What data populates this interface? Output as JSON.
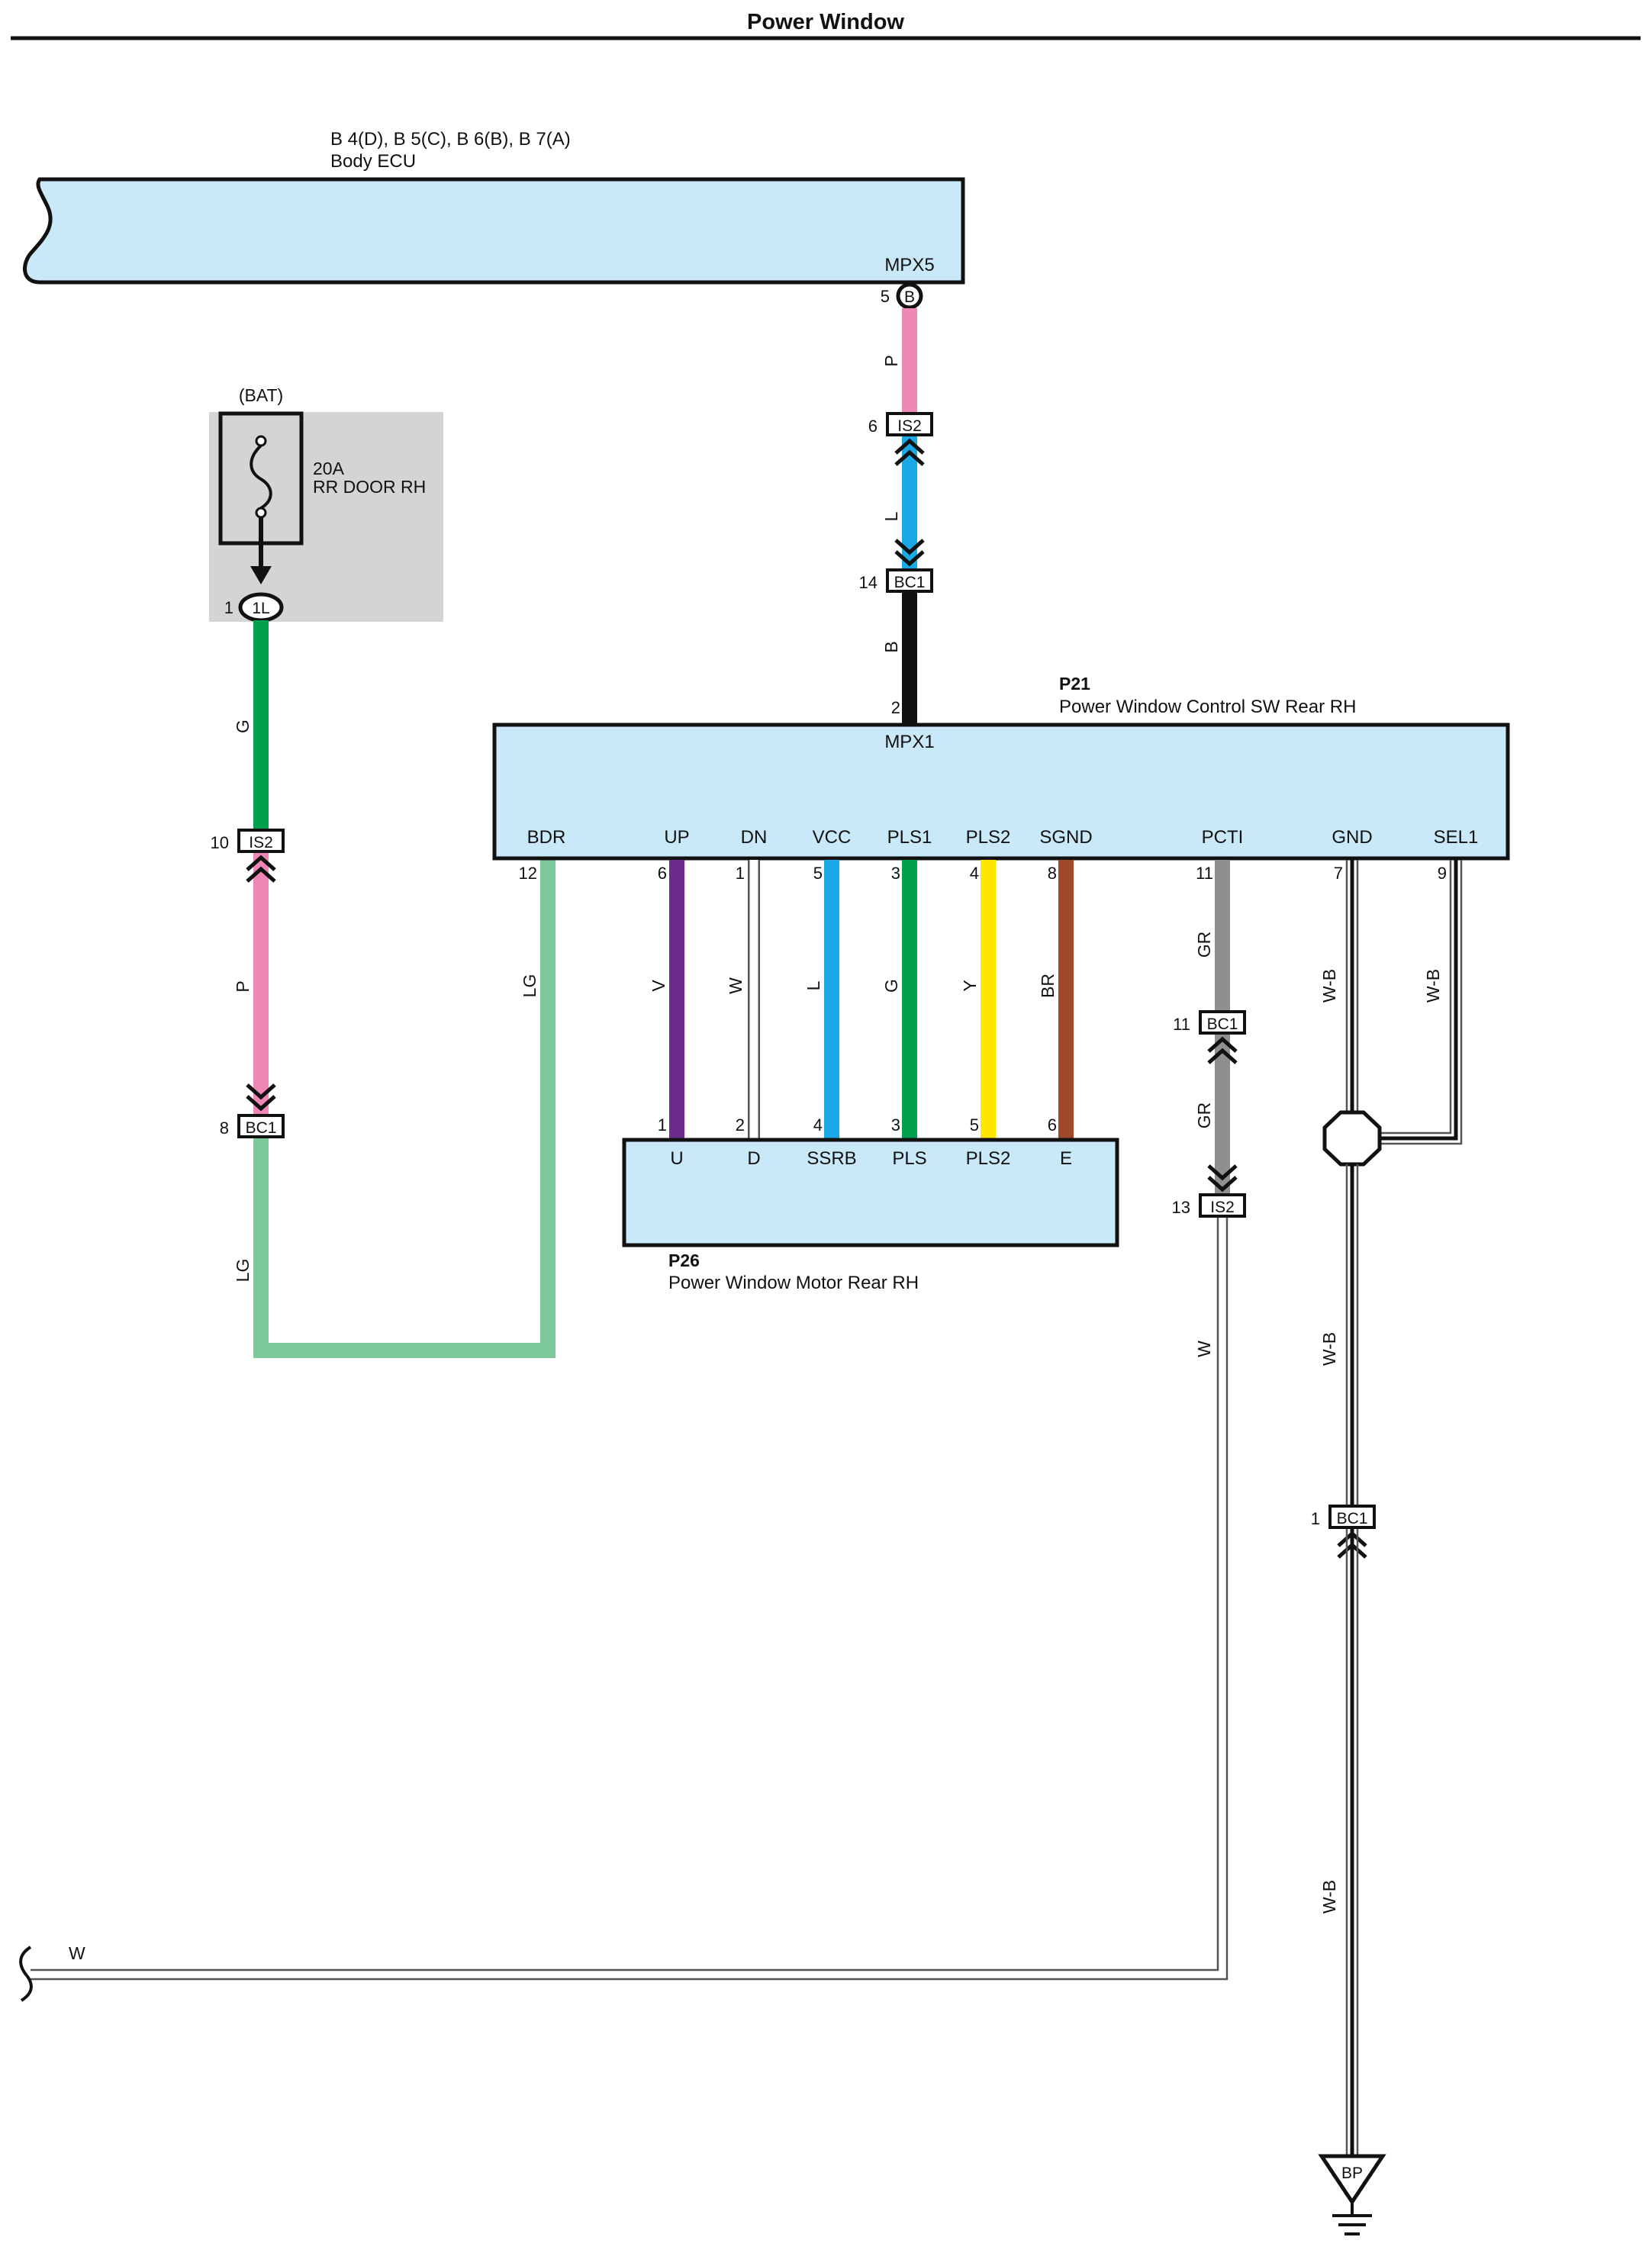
{
  "page_title": "Power Window",
  "ecu": {
    "ref": "B 4(D), B 5(C), B 6(B), B 7(A)",
    "name": "Body ECU",
    "terminal": "MPX5",
    "pin": "5",
    "pin_connector": "B"
  },
  "fuse": {
    "source": "(BAT)",
    "rating": "20A",
    "name": "RR DOOR RH",
    "pin": "1",
    "pin_connector": "1L"
  },
  "switch": {
    "ref": "P21",
    "name": "Power Window Control SW Rear RH",
    "top_terminal": "MPX1",
    "top_pin": "2",
    "terminals": [
      {
        "label": "BDR",
        "pin": "12"
      },
      {
        "label": "UP",
        "pin": "6"
      },
      {
        "label": "DN",
        "pin": "1"
      },
      {
        "label": "VCC",
        "pin": "5"
      },
      {
        "label": "PLS1",
        "pin": "3"
      },
      {
        "label": "PLS2",
        "pin": "4"
      },
      {
        "label": "SGND",
        "pin": "8"
      },
      {
        "label": "PCTI",
        "pin": "11"
      },
      {
        "label": "GND",
        "pin": "7"
      },
      {
        "label": "SEL1",
        "pin": "9"
      }
    ]
  },
  "motor": {
    "ref": "P26",
    "name": "Power Window Motor Rear RH",
    "terminals": [
      {
        "label": "U",
        "pin": "1"
      },
      {
        "label": "D",
        "pin": "2"
      },
      {
        "label": "SSRB",
        "pin": "4"
      },
      {
        "label": "PLS",
        "pin": "3"
      },
      {
        "label": "PLS2",
        "pin": "5"
      },
      {
        "label": "E",
        "pin": "6"
      }
    ]
  },
  "connectors": {
    "is2_top": {
      "name": "IS2",
      "pin": "6"
    },
    "bc1_top": {
      "name": "BC1",
      "pin": "14"
    },
    "is2_left": {
      "name": "IS2",
      "pin": "10"
    },
    "bc1_left": {
      "name": "BC1",
      "pin": "8"
    },
    "bc1_pcti": {
      "name": "BC1",
      "pin": "11"
    },
    "is2_pcti": {
      "name": "IS2",
      "pin": "13"
    },
    "bc1_gnd": {
      "name": "BC1",
      "pin": "1"
    }
  },
  "wire_colors": {
    "ecu_to_is2": "P",
    "is2_to_bc1": "L",
    "bc1_to_switch": "B",
    "fuse_to_is2": "G",
    "is2_to_bc1_left": "P",
    "bc1_to_bdr_left": "LG",
    "bdr": "LG",
    "up": "V",
    "dn": "W",
    "vcc": "L",
    "pls1": "G",
    "pls2": "Y",
    "sgnd": "BR",
    "pcti_upper": "GR",
    "pcti_mid": "GR",
    "pcti_lower": "W",
    "gnd": "W-B",
    "sel1": "W-B",
    "gnd_mid": "W-B",
    "gnd_lower": "W-B",
    "bottom_w": "W"
  },
  "ground": {
    "name": "BP"
  },
  "colors": {
    "box_fill": "#c9e9f9",
    "fuse_area": "#d4d4d4",
    "pink": "#ee86b6",
    "blue": "#1aa9e6",
    "green": "#00a04e",
    "light_green": "#7ec99b",
    "violet": "#6d2b8d",
    "yellow": "#ffe600",
    "brown": "#a0482c",
    "gray": "#8f8f8f",
    "black": "#111111"
  }
}
